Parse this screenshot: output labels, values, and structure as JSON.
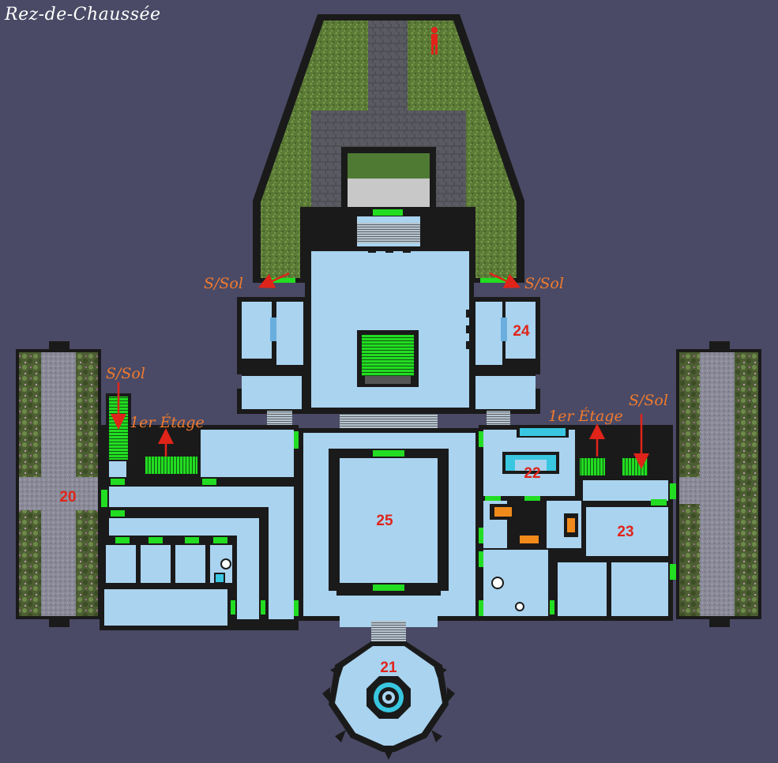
{
  "map": {
    "title": "Rez-de-Chaussée",
    "rooms": {
      "r20": "20",
      "r21": "21",
      "r22": "22",
      "r23": "23",
      "r24": "24",
      "r25": "25"
    },
    "stair_labels": {
      "ssol_top_left": "S/Sol",
      "ssol_top_right": "S/Sol",
      "ssol_left": "S/Sol",
      "ssol_right": "S/Sol",
      "etage_left": "1er Étage",
      "etage_right": "1er Étage"
    }
  },
  "colors": {
    "background": "#4a4a66",
    "floor": "#a9d3ef",
    "wall": "#1a1a1a",
    "door": "#22dd22",
    "grass": "#5e7f3a",
    "stone": "#55555c",
    "label": "#f07a2e",
    "room_number": "#e0241a",
    "arrow": "#e0241a"
  }
}
